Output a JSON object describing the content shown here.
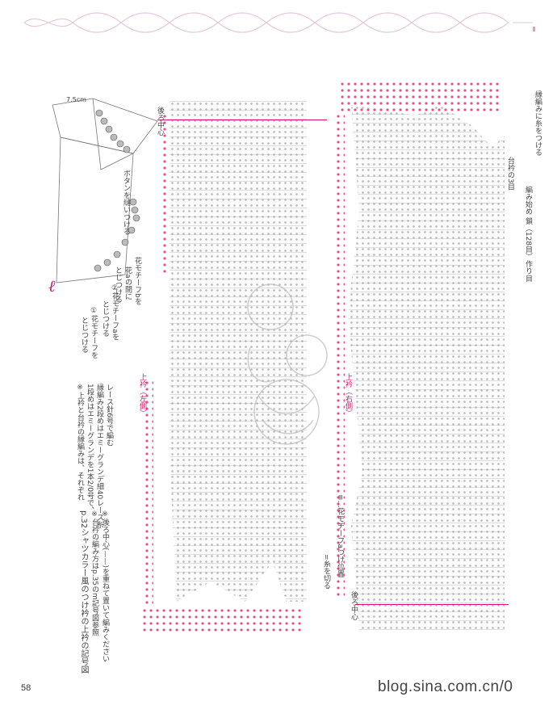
{
  "diagram": {
    "dimension_label": "7.5cm",
    "sewing_buttons": "ボタンを縫いつける",
    "flower_motif_b": "花モチーフbを",
    "between_flower_a": "花aの間に",
    "attach_b": "とじつける",
    "flower_motif_a": "②花モチーフaを",
    "attach_a": "とじつける",
    "step_one": "①花モチーフを",
    "step_one_attach": "とじつける"
  },
  "notes": {
    "title": "p.32シャツカラー風のつけ衿の上衿の記号図",
    "line1": "※台衿の編み方はp.35のm記号図参照",
    "line2": "※後ろ中心(——)を重ねて置いて編みください",
    "line3": "※上衿と台衿の縁編みは、それぞれ",
    "line4": "1段めはエミーグランデを1本2/0号で、",
    "line5": "縁編み2段めはエミーグランデ細40レース糸",
    "line6": "レース針6号で編む"
  },
  "labels": {
    "back_center_top": "後ろ中心",
    "upper_collar_left": "上衿（左側）",
    "upper_collar_right": "上衿（右側）",
    "back_center_bottom": "後ろ中心",
    "motif_position": "≡…花モチーフaつけ位置",
    "cut_thread": "=糸を切る",
    "edge_attach": "縁編みに糸をつける",
    "start_stitch": "編み始め 鎖（128目）作り目",
    "collar_band": "台衿の3目"
  },
  "symbols": {
    "script_l": "ℓ"
  },
  "footer": {
    "page_number": "58",
    "site": "blog.sina.com.cn/0"
  }
}
